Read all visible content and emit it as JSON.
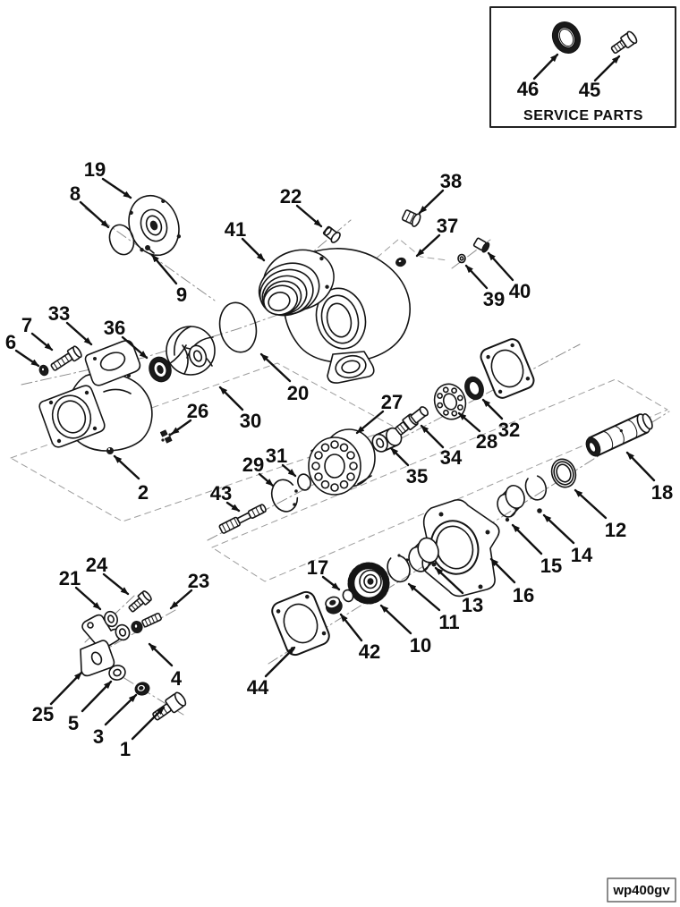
{
  "figure": {
    "service_parts_title": "SERVICE PARTS",
    "drawing_code": "wp400gv"
  },
  "callouts": {
    "1": "1",
    "2": "2",
    "3": "3",
    "4": "4",
    "5": "5",
    "6": "6",
    "7": "7",
    "8": "8",
    "9": "9",
    "10": "10",
    "11": "11",
    "12": "12",
    "13": "13",
    "14": "14",
    "15": "15",
    "16": "16",
    "17": "17",
    "18": "18",
    "19": "19",
    "20": "20",
    "21": "21",
    "22": "22",
    "23": "23",
    "24": "24",
    "25": "25",
    "26": "26",
    "27": "27",
    "28": "28",
    "29": "29",
    "30": "30",
    "31": "31",
    "32": "32",
    "33": "33",
    "34": "34",
    "35": "35",
    "36": "36",
    "37": "37",
    "38": "38",
    "39": "39",
    "40": "40",
    "41": "41",
    "42": "42",
    "43": "43",
    "44": "44",
    "45": "45",
    "46": "46"
  }
}
